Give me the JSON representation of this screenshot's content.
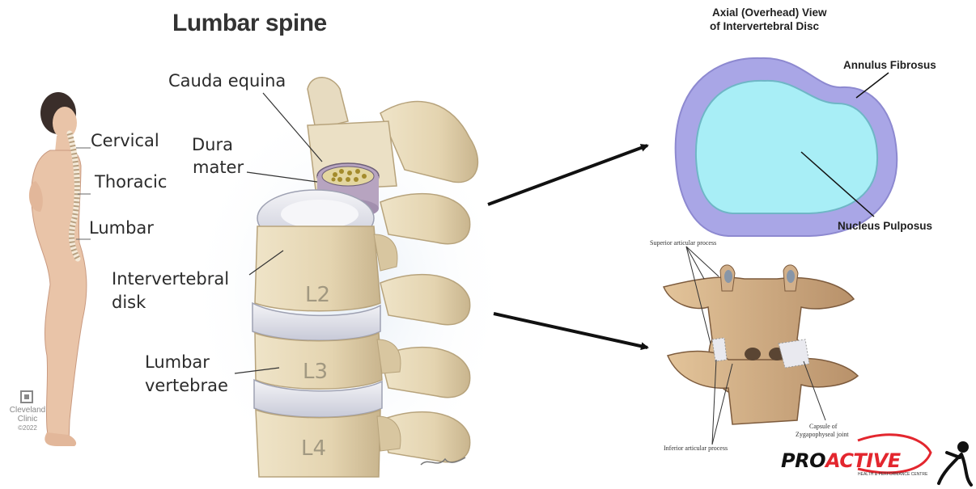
{
  "title": "Lumbar spine",
  "body_labels": {
    "cervical": "Cervical",
    "thoracic": "Thoracic",
    "lumbar": "Lumbar"
  },
  "cleveland": {
    "line1": "Cleveland",
    "line2": "Clinic",
    "line3": "©2022"
  },
  "spine_labels": {
    "cauda_equina": "Cauda equina",
    "dura_line1": "Dura",
    "dura_line2": "mater",
    "disk_line1": "Intervertebral",
    "disk_line2": "disk",
    "vert_line1": "Lumbar",
    "vert_line2": "vertebrae"
  },
  "vertebrae": {
    "l2": "L2",
    "l3": "L3",
    "l4": "L4"
  },
  "axial": {
    "title_line1": "Axial (Overhead) View",
    "title_line2": "of Intervertebral Disc",
    "annulus": "Annulus Fibrosus",
    "nucleus": "Nucleus Pulposus"
  },
  "facet": {
    "superior": "Superior articular process",
    "inferior": "Inferior articular process",
    "capsule_line1": "Capsule of",
    "capsule_line2": "Zygapophyseal joint"
  },
  "logo": {
    "pro": "PRO",
    "active": "ACTIVE",
    "tagline": "HEALTH & PERFORMANCE CENTRE"
  },
  "colors": {
    "bone": "#e9dcc0",
    "disc": "#e4e6ef",
    "annulus": "#a9a6e6",
    "nucleus": "#a8eef6",
    "logo_red": "#e3262e",
    "skin": "#e9c4a8"
  }
}
